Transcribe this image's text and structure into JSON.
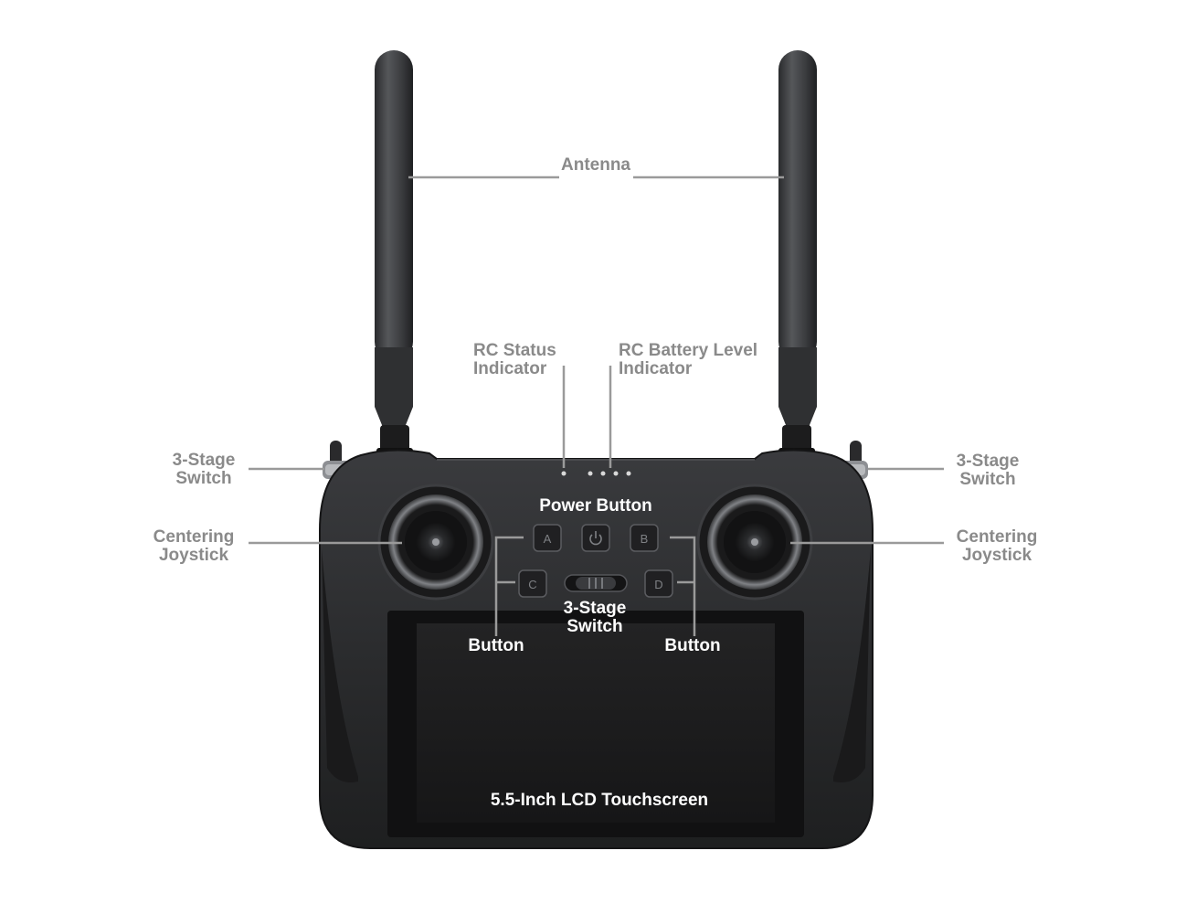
{
  "colors": {
    "label_outside": "#8a8a8a",
    "label_inside": "#ffffff",
    "leader_line": "#9a9a9a",
    "body": "#2c2d2f",
    "antenna": "#3a3b3d",
    "screen": "#1b1b1c",
    "indicator_led": "#d9d9d9"
  },
  "labels": {
    "antenna": "Antenna",
    "rc_status_1": "RC Status",
    "rc_status_2": "Indicator",
    "rc_battery_1": "RC Battery Level",
    "rc_battery_2": "Indicator",
    "left_switch_1": "3-Stage",
    "left_switch_2": "Switch",
    "right_switch_1": "3-Stage",
    "right_switch_2": "Switch",
    "left_joystick_1": "Centering",
    "left_joystick_2": "Joystick",
    "right_joystick_1": "Centering",
    "right_joystick_2": "Joystick",
    "power_button": "Power Button",
    "center_switch_1": "3-Stage",
    "center_switch_2": "Switch",
    "left_button": "Button",
    "right_button": "Button",
    "touchscreen": "5.5-Inch LCD Touchscreen"
  },
  "buttons": {
    "a": "A",
    "b": "B",
    "c": "C",
    "d": "D",
    "power": "⏻"
  },
  "icons": {
    "power": "power-icon"
  }
}
